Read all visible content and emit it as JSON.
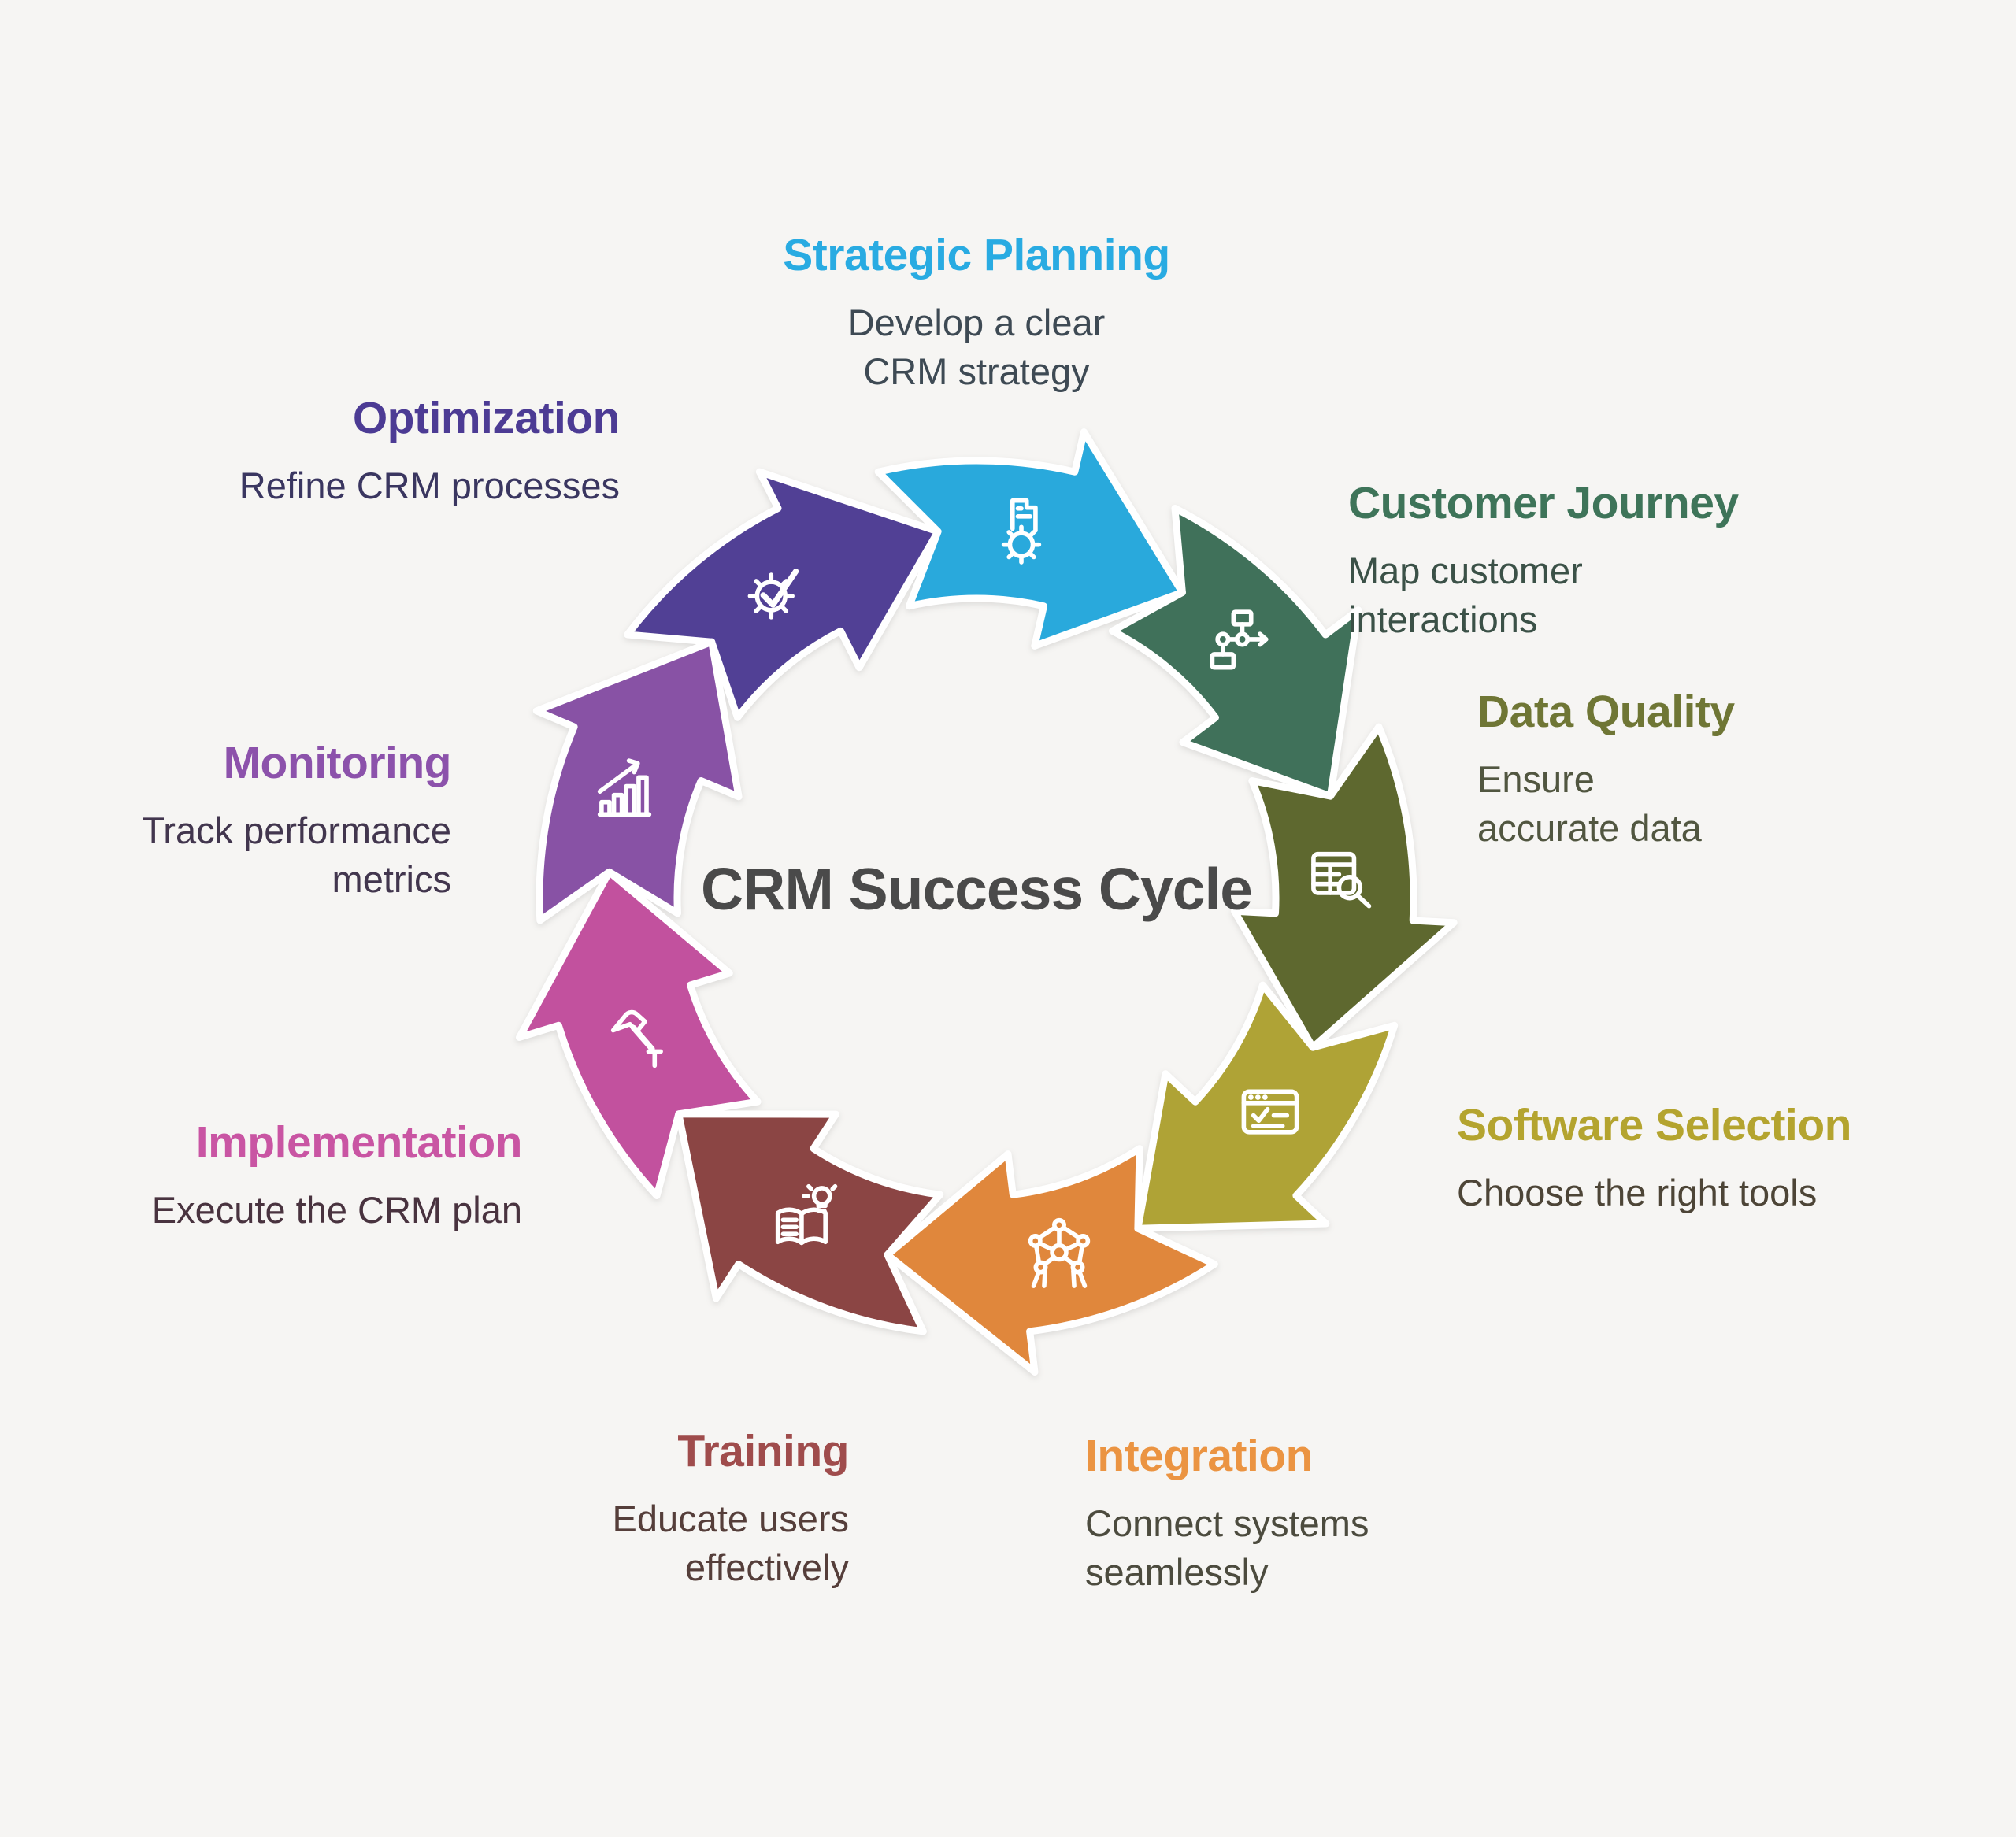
{
  "background": "#f6f5f3",
  "center": {
    "title": "CRM Success Cycle",
    "color": "#4a4a4a"
  },
  "segments": [
    {
      "title": "Strategic Planning",
      "desc_lines": [
        "Develop a clear",
        "CRM strategy"
      ],
      "arrow_color": "#29a9dc",
      "title_color": "#29abe2",
      "desc_color": "#3e4a54",
      "icon": "strategy-gear-building-icon"
    },
    {
      "title": "Customer Journey",
      "desc_lines": [
        "Map customer",
        "interactions"
      ],
      "arrow_color": "#40715a",
      "title_color": "#3e7459",
      "desc_color": "#3b5147",
      "icon": "journey-flowchart-icon"
    },
    {
      "title": "Data Quality",
      "desc_lines": [
        "Ensure",
        "accurate data"
      ],
      "arrow_color": "#5e682f",
      "title_color": "#6f7635",
      "desc_color": "#515640",
      "icon": "data-table-magnifier-icon"
    },
    {
      "title": "Software Selection",
      "desc_lines": [
        "Choose the right tools"
      ],
      "arrow_color": "#afa336",
      "title_color": "#b4a42f",
      "desc_color": "#4d4537",
      "icon": "software-checklist-window-icon"
    },
    {
      "title": "Integration",
      "desc_lines": [
        "Connect systems",
        "seamlessly"
      ],
      "arrow_color": "#e0873c",
      "title_color": "#eb9442",
      "desc_color": "#4c4b3e",
      "icon": "integration-network-icon"
    },
    {
      "title": "Training",
      "desc_lines": [
        "Educate users",
        "effectively"
      ],
      "arrow_color": "#8b4544",
      "title_color": "#9f4c4c",
      "desc_color": "#553e3a",
      "icon": "training-book-bulb-icon"
    },
    {
      "title": "Implementation",
      "desc_lines": [
        "Execute the CRM plan"
      ],
      "arrow_color": "#c2519e",
      "title_color": "#c955a3",
      "desc_color": "#49333f",
      "icon": "implementation-hammer-icon"
    },
    {
      "title": "Monitoring",
      "desc_lines": [
        "Track performance",
        "metrics"
      ],
      "arrow_color": "#8852a5",
      "title_color": "#8c52ab",
      "desc_color": "#42364e",
      "icon": "monitoring-chart-icon"
    },
    {
      "title": "Optimization",
      "desc_lines": [
        "Refine CRM processes"
      ],
      "arrow_color": "#514095",
      "title_color": "#4c3b94",
      "desc_color": "#3a3660",
      "icon": "optimization-gear-check-icon"
    }
  ]
}
